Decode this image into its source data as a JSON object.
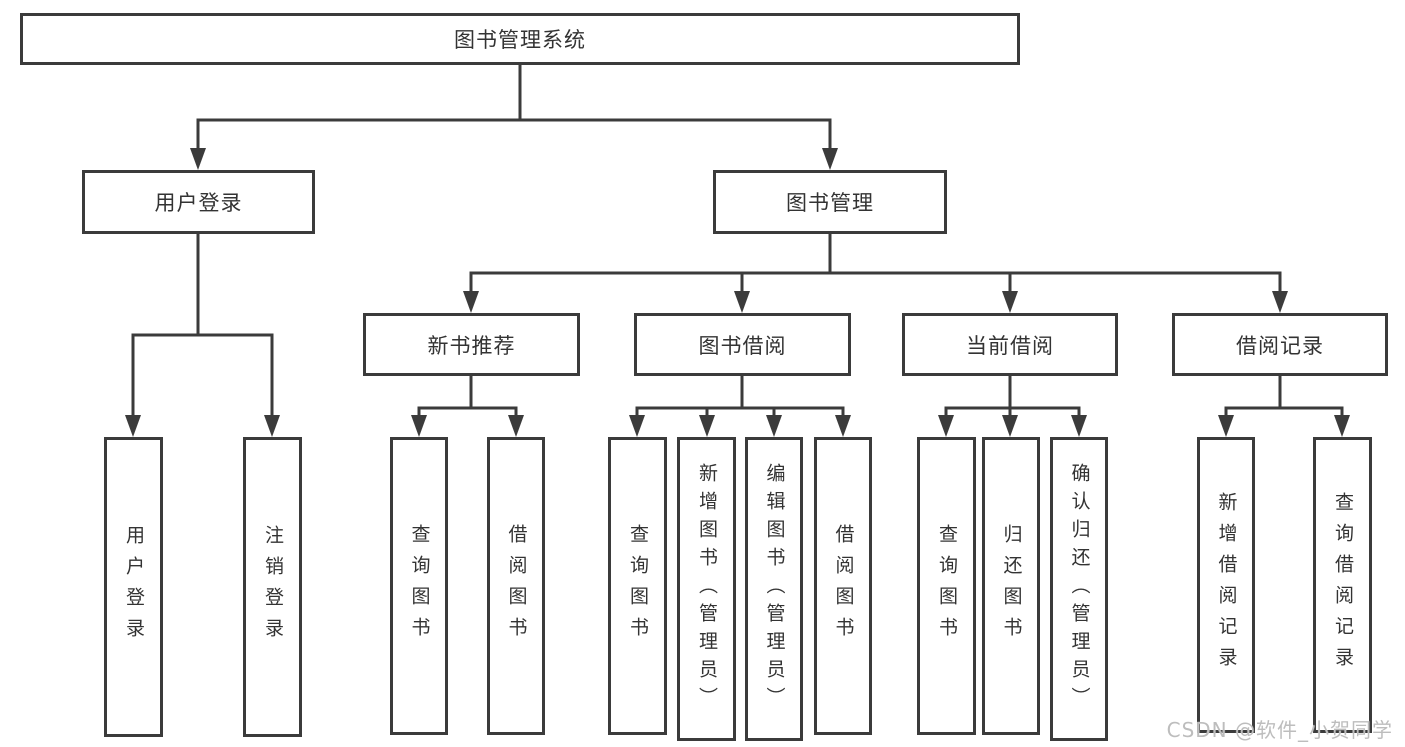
{
  "tree": {
    "label": "图书管理系统",
    "children": [
      {
        "label": "用户登录",
        "children": [
          {
            "label": "用户登录"
          },
          {
            "label": "注销登录"
          }
        ]
      },
      {
        "label": "图书管理",
        "children": [
          {
            "label": "新书推荐",
            "children": [
              {
                "label": "查询图书"
              },
              {
                "label": "借阅图书"
              }
            ]
          },
          {
            "label": "图书借阅",
            "children": [
              {
                "label": "查询图书"
              },
              {
                "label": "新增图书（管理员）"
              },
              {
                "label": "编辑图书（管理员）"
              },
              {
                "label": "借阅图书"
              }
            ]
          },
          {
            "label": "当前借阅",
            "children": [
              {
                "label": "查询图书"
              },
              {
                "label": "归还图书"
              },
              {
                "label": "确认归还（管理员）"
              }
            ]
          },
          {
            "label": "借阅记录",
            "children": [
              {
                "label": "新增借阅记录"
              },
              {
                "label": "查询借阅记录"
              }
            ]
          }
        ]
      }
    ]
  },
  "watermark": "CSDN @软件_小贺同学",
  "colors": {
    "line": "#3b3b3b",
    "text": "#333333",
    "background": "#ffffff",
    "watermark": "#bdbdbd"
  }
}
